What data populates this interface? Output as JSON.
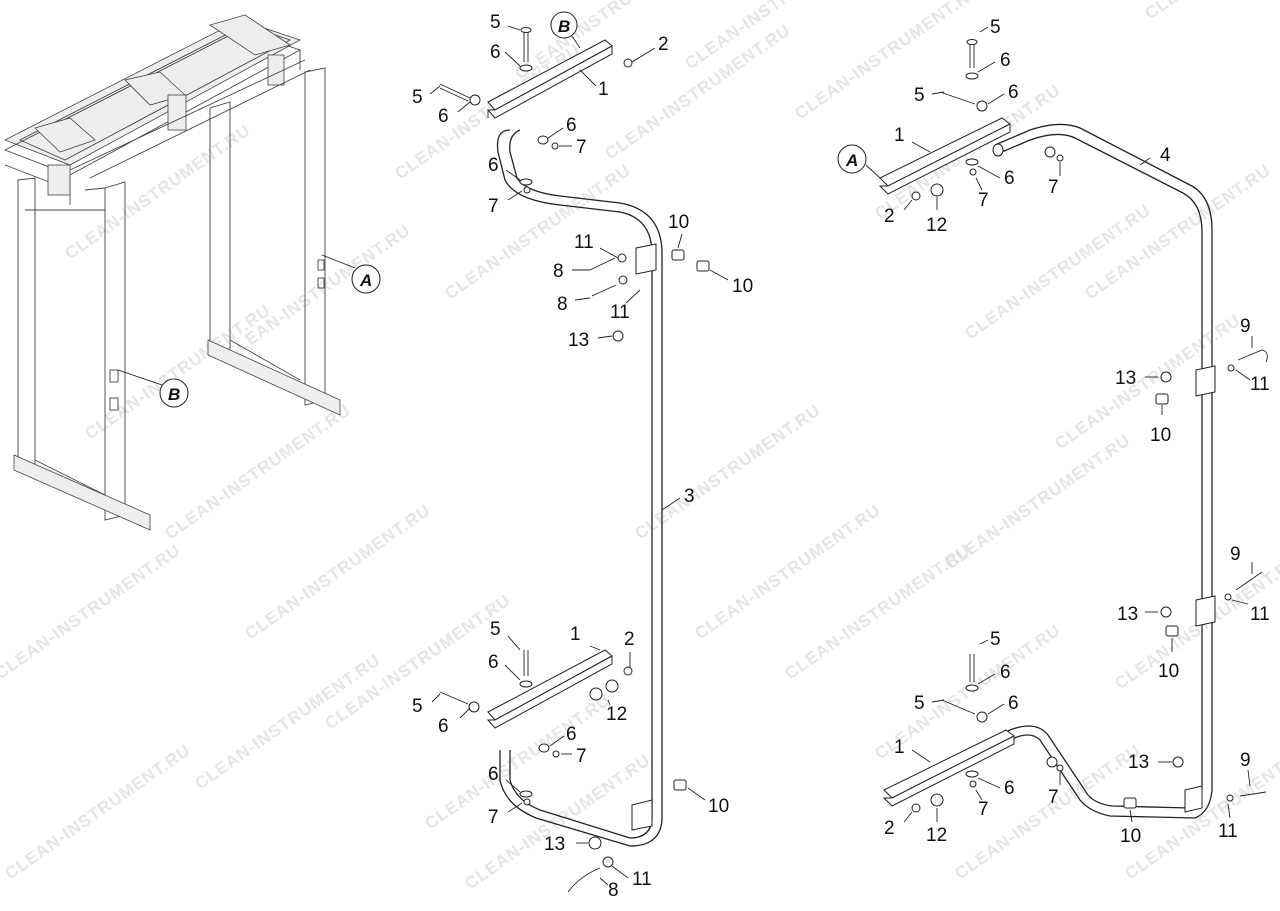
{
  "watermark": "CLEAN-INSTRUMENT.RU",
  "reference_markers": [
    "A",
    "B"
  ],
  "callouts": {
    "c2_top": "2",
    "c1_top": "1",
    "c5_top": "5",
    "c6_top": "6",
    "c5_left": "5",
    "c6_left": "6",
    "c6_mid": "6",
    "c7_mid": "7",
    "c6_low": "6",
    "c7_low": "7",
    "c10_a": "10",
    "c10_b": "10",
    "c11_a": "11",
    "c11_b": "11",
    "c8_a": "8",
    "c8_b": "8",
    "c13_a": "13",
    "c3": "3",
    "c5_b": "5",
    "c1_b": "1",
    "c2_b": "2",
    "c6_b": "6",
    "c5_bl": "5",
    "c6_bl": "6",
    "c12_b": "12",
    "c6_b2": "6",
    "c7_b2": "7",
    "c6_b3": "6",
    "c7_b3": "7",
    "c10_c": "10",
    "c13_b": "13",
    "c11_c": "11",
    "c8_c": "8",
    "r5_a": "5",
    "r6_a": "6",
    "r5_b": "5",
    "r6_b": "6",
    "r1_a": "1",
    "r4": "4",
    "r6_c": "6",
    "r7_a": "7",
    "r7_b": "7",
    "r2_a": "2",
    "r12_a": "12",
    "r9_a": "9",
    "r11_a": "11",
    "r13_a": "13",
    "r10_a": "10",
    "r9_b": "9",
    "r11_b": "11",
    "r13_b": "13",
    "r10_b": "10",
    "r5_c": "5",
    "r6_d": "6",
    "r5_d": "5",
    "r6_e": "6",
    "r1_b": "1",
    "r13_c": "13",
    "r9_c": "9",
    "r6_f": "6",
    "r7_c": "7",
    "r7_d": "7",
    "r2_b": "2",
    "r12_b": "12",
    "r10_c": "10",
    "r11_c": "11"
  }
}
